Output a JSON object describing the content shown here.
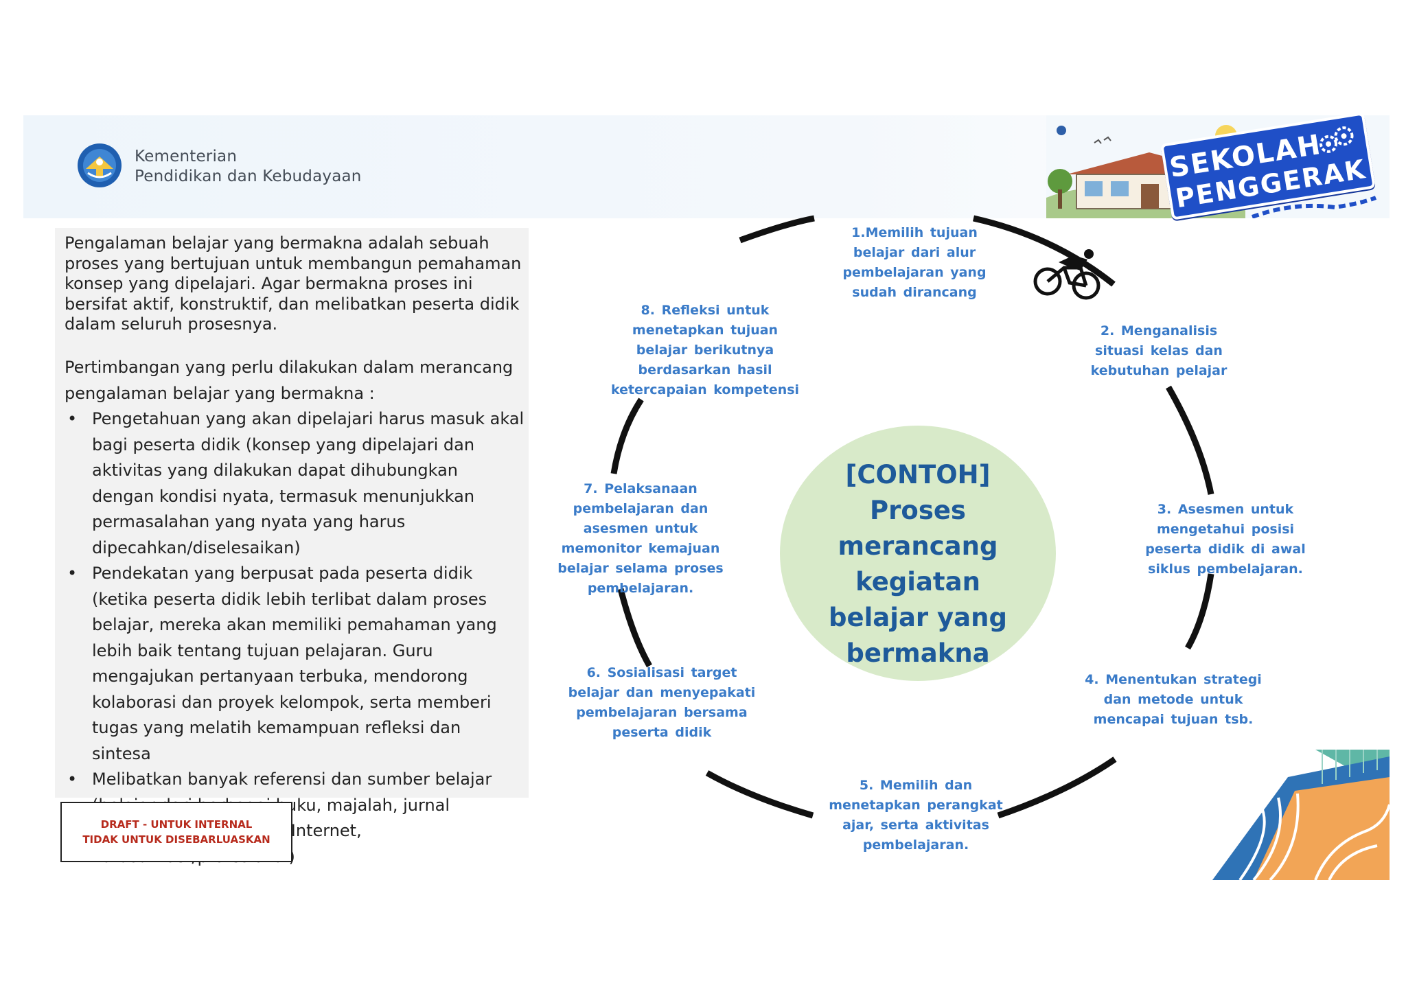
{
  "header": {
    "ministry_line1": "Kementerian",
    "ministry_line2": "Pendidikan dan Kebudayaan",
    "brand_line1": "SEKOLAH",
    "brand_line2": "PENGGERAK"
  },
  "left_panel": {
    "intro": "Pengalaman belajar yang bermakna adalah sebuah proses yang bertujuan untuk membangun pemahaman konsep yang dipelajari. Agar bermakna proses ini bersifat aktif, konstruktif, dan melibatkan peserta didik dalam seluruh prosesnya.",
    "consider_heading": "Pertimbangan yang perlu dilakukan dalam merancang pengalaman belajar yang bermakna :",
    "bullets": [
      "Pengetahuan yang akan dipelajari harus masuk akal bagi peserta didik (konsep yang dipelajari dan aktivitas yang dilakukan dapat dihubungkan dengan kondisi nyata, termasuk menunjukkan permasalahan yang nyata yang harus dipecahkan/diselesaikan)",
      "Pendekatan yang berpusat pada peserta didik (ketika peserta didik lebih terlibat dalam proses belajar, mereka akan memiliki pemahaman yang lebih baik tentang tujuan pelajaran. Guru mengajukan pertanyaan terbuka, mendorong kolaborasi dan proyek kelompok, serta memberi tugas yang melatih kemampuan refleksi dan sintesa",
      "Melibatkan banyak referensi dan sumber belajar (belajar dari berbagai buku, majalah, jurnal penelitian, Program TV, Internet, narasumber/profesional)"
    ]
  },
  "draft_notice": {
    "line1": "DRAFT - UNTUK INTERNAL",
    "line2": "TIDAK UNTUK DISEBARLUASKAN"
  },
  "cycle": {
    "center": [
      "[CONTOH]",
      "Proses",
      "merancang",
      "kegiatan",
      "belajar yang",
      "bermakna"
    ],
    "steps": [
      "1.Memilih tujuan belajar dari alur pembelajaran yang sudah dirancang",
      "2. Menganalisis situasi kelas dan kebutuhan pelajar",
      "3. Asesmen untuk mengetahui posisi peserta didik di awal siklus pembelajaran.",
      "4. Menentukan strategi dan metode untuk mencapai tujuan tsb.",
      "5. Memilih dan menetapkan perangkat ajar, serta aktivitas pembelajaran.",
      "6. Sosialisasi target belajar dan menyepakati pembelajaran bersama peserta didik",
      "7. Pelaksanaan pembelajaran dan asesmen untuk memonitor kemajuan belajar selama proses pembelajaran.",
      "8. Refleksi untuk menetapkan tujuan belajar berikutnya berdasarkan hasil ketercapaian kompetensi"
    ],
    "step_color": "#3a7bc8",
    "center_color": "#1e5a9a",
    "circle_fill": "#d8eac9"
  }
}
